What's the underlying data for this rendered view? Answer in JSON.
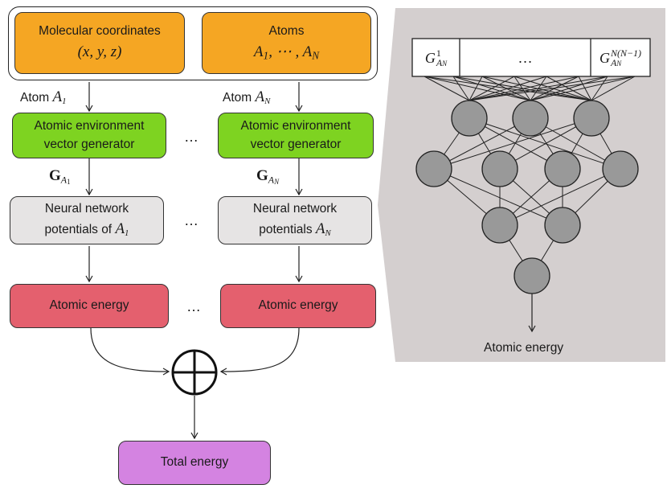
{
  "inputs": {
    "coords_title": "Molecular coordinates",
    "coords_math": "(x, y, z)",
    "atoms_title": "Atoms",
    "atoms_math_left": "A",
    "atoms_math_sub1": "1",
    "atoms_math_mid": ", ⋯ , A",
    "atoms_math_subN": "N"
  },
  "left_branch": {
    "atom_label": "Atom",
    "atom_var": "A",
    "atom_sub": "1",
    "aev_line1": "Atomic environment",
    "aev_line2": "vector generator",
    "g_symbol": "G",
    "g_sub": "A",
    "g_subsub": "1",
    "nnp_line1": "Neural network",
    "nnp_line2": "potentials of",
    "nnp_var": "A",
    "nnp_sub": "1",
    "energy": "Atomic energy"
  },
  "right_branch": {
    "atom_label": "Atom",
    "atom_var": "A",
    "atom_sub": "N",
    "aev_line1": "Atomic environment",
    "aev_line2": "vector generator",
    "g_symbol": "G",
    "g_sub": "A",
    "g_subsub": "N",
    "nnp_line1": "Neural network",
    "nnp_line2": "potentials",
    "nnp_var": "A",
    "nnp_sub": "N",
    "energy": "Atomic energy"
  },
  "ellipsis": "…",
  "total": "Total energy",
  "network_panel": {
    "input_first_base": "G",
    "input_first_sup": "1",
    "input_first_sub": "A",
    "input_first_subsub": "N",
    "input_middle": "…",
    "input_last_base": "G",
    "input_last_sup": "N(N−1)",
    "input_last_sub": "A",
    "input_last_subsub": "N",
    "output_label": "Atomic energy",
    "layers": [
      3,
      4,
      2,
      1
    ]
  },
  "colors": {
    "orange": "#f5a623",
    "green": "#7ed321",
    "gray": "#e6e4e4",
    "red": "#e4606e",
    "purple": "#d483e1",
    "panel": "#d4cfcf",
    "neuron": "#999999"
  }
}
